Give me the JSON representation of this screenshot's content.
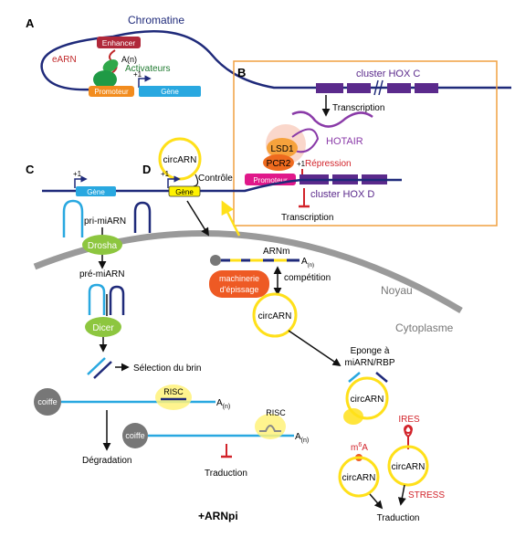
{
  "panels": {
    "a": "A",
    "b": "B",
    "c": "C",
    "d": "D"
  },
  "panel_a": {
    "chromatine": "Chromatine",
    "enhancer": "Enhancer",
    "earn": "eARN",
    "poly_a": "A(n)",
    "activateurs": "Activateurs",
    "plus1": "+1",
    "promoteur": "Promoteur",
    "gene": "Gène"
  },
  "panel_b": {
    "cluster_c": "cluster HOX C",
    "transcription_top": "Transcription",
    "hotair": "HOTAIR",
    "lsd1": "LSD1",
    "pcr2": "PCR2",
    "plus1": "+1",
    "repression": "Répression",
    "promoteur": "Promoteur",
    "cluster_d": "cluster HOX D",
    "transcription_bottom": "Transcription"
  },
  "panel_c": {
    "plus1": "+1",
    "gene": "Gène",
    "pri_mirna": "pri-miARN",
    "drosha": "Drosha",
    "pre_mirna": "pré-miARN",
    "dicer": "Dicer",
    "selection": "Sélection du brin",
    "coiffe1": "coiffe",
    "risc1": "RISC",
    "an1": "A",
    "an1_sub": "(n)",
    "degradation": "Dégradation",
    "coiffe2": "coiffe",
    "risc2": "RISC",
    "an2": "A",
    "an2_sub": "(n)",
    "traduction": "Traduction",
    "arnpi": "+ARNpi"
  },
  "panel_d": {
    "circarn_top": "circARN",
    "controle": "Contrôle",
    "plus1": "+1",
    "gene": "Gène",
    "arnm": "ARNm",
    "arnm_an": "A",
    "arnm_an_sub": "(n)",
    "machinerie_line1": "machinerie",
    "machinerie_line2": "d'épissage",
    "competition": "compétition",
    "circarn_mid": "circARN",
    "noyau": "Noyau",
    "cytoplasme": "Cytoplasme",
    "eponge_line1": "Eponge à",
    "eponge_line2": "miARN/RBP",
    "circarn_sponge": "circARN",
    "ires": "IRES",
    "m6a_m": "m",
    "m6a_sup": "6",
    "m6a_a": "A",
    "circarn_m6a": "circARN",
    "circarn_ires": "circARN",
    "stress": "STRESS",
    "traduction": "Traduction"
  },
  "colors": {
    "dna": "#1f2a7a",
    "panel_b_border": "#f0a040",
    "enhancer": "#b0283a",
    "earn": "#c0282a",
    "activateur": "#2fa84a",
    "promoteur": "#f28c1e",
    "gene": "#29a8e0",
    "hox": "#5b2a8c",
    "hotair": "#8a3aa8",
    "lsd1": "#f6a23c",
    "pcr2": "#ee6a1e",
    "repression": "#d2232a",
    "pink_promoter": "#e0188a",
    "circ_yellow": "#ffe01a",
    "gene_yellow": "#fff200",
    "mirna": "#29a8e0",
    "mirna_dark": "#1f2a7a",
    "enzyme_green": "#8dc63f",
    "splicing": "#ee5a24",
    "membrane": "#9a9a9a",
    "coiffe": "#777777",
    "risc_halo": "#fff27a",
    "ires_red": "#d2232a"
  }
}
